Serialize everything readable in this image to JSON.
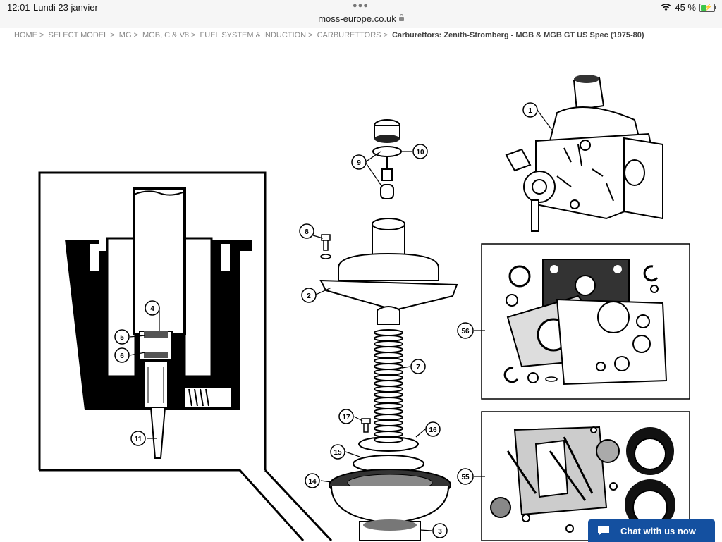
{
  "status": {
    "time": "12:01",
    "date": "Lundi 23 janvier",
    "url": "moss-europe.co.uk",
    "battery": "45 %",
    "battery_level": 45
  },
  "breadcrumb": {
    "items": [
      "HOME",
      "SELECT MODEL",
      "MG",
      "MGB, C & V8",
      "FUEL SYSTEM & INDUCTION",
      "CARBURETTORS"
    ],
    "separator": ">",
    "current": "Carburettors: Zenith-Stromberg - MGB & MGB GT US Spec (1975-80)"
  },
  "callouts": {
    "c1": "1",
    "c2": "2",
    "c3": "3",
    "c4": "4",
    "c5": "5",
    "c6": "6",
    "c7": "7",
    "c8": "8",
    "c9": "9",
    "c10": "10",
    "c11": "11",
    "c14": "14",
    "c15": "15",
    "c16": "16",
    "c17": "17",
    "c55": "55",
    "c56": "56"
  },
  "chat": {
    "label": "Chat with us now",
    "color": "#1450a0"
  }
}
